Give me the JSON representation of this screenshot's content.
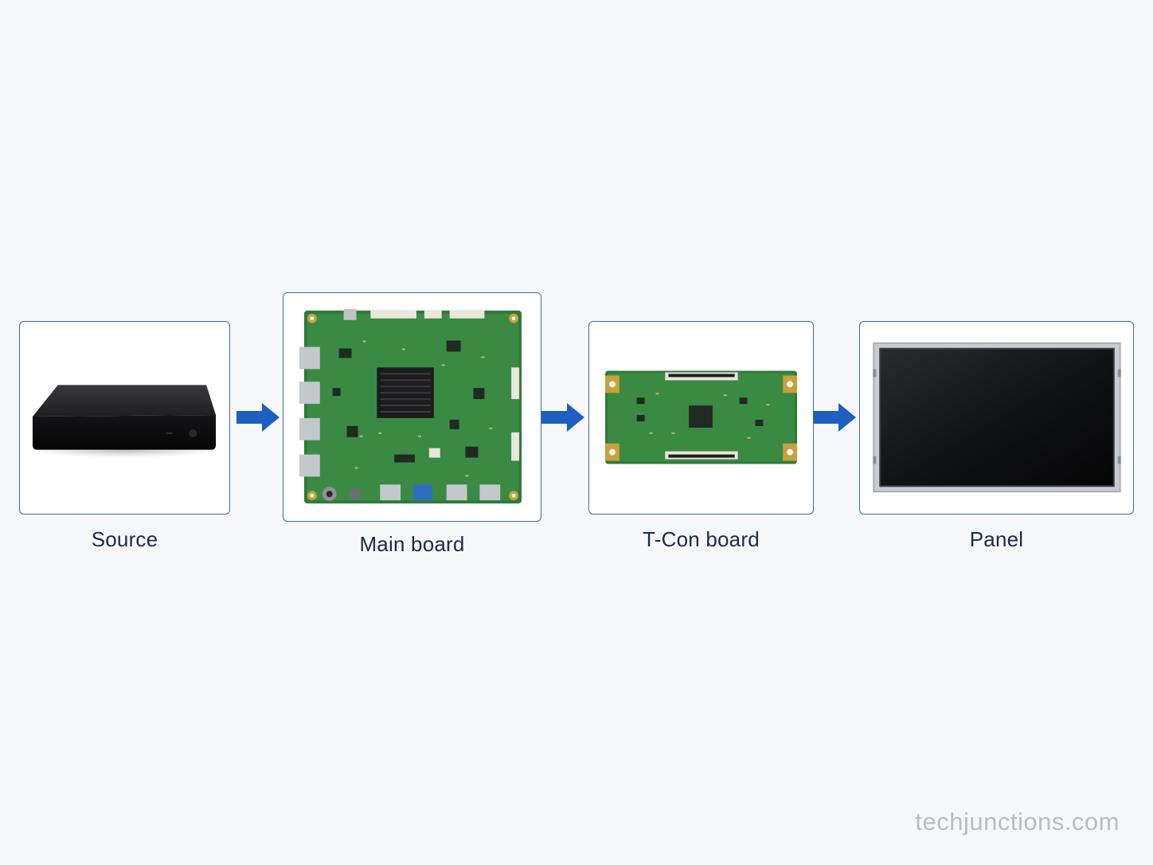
{
  "stages": [
    {
      "label": "Source",
      "icon": "set-top-box-icon"
    },
    {
      "label": "Main board",
      "icon": "main-board-pcb-icon"
    },
    {
      "label": "T-Con board",
      "icon": "tcon-board-pcb-icon"
    },
    {
      "label": "Panel",
      "icon": "display-panel-icon"
    }
  ],
  "flow_arrow_color": "#1f5fbf",
  "card_border_color": "#3c6aa8",
  "watermark": "techjunctions.com"
}
